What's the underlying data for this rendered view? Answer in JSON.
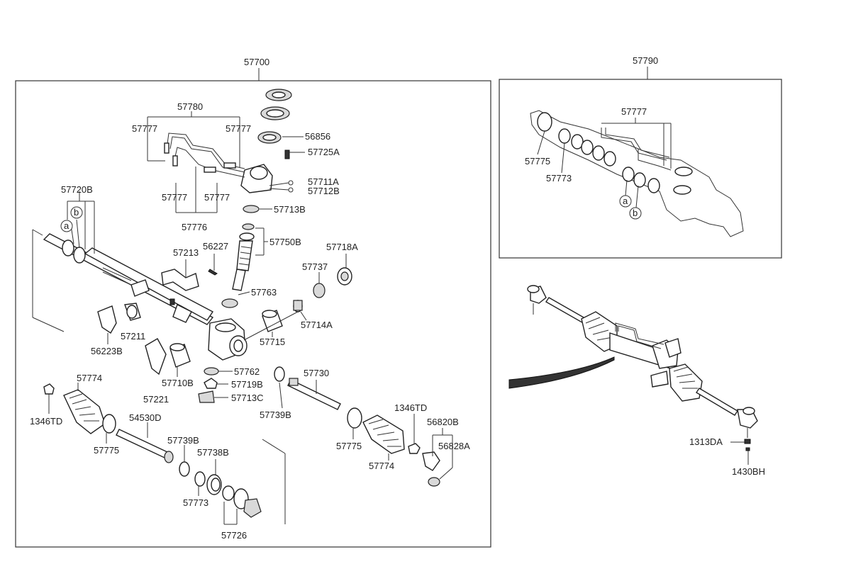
{
  "assemblies": {
    "main": "57700",
    "kit": "57790"
  },
  "main_labels": {
    "l57780": "57780",
    "l57777_a": "57777",
    "l57777_b": "57777",
    "l56856": "56856",
    "l57725A": "57725A",
    "l57711A": "57711A",
    "l57712B": "57712B",
    "l57777_c": "57777",
    "l57777_d": "57777",
    "l57713B": "57713B",
    "l57776": "57776",
    "l57720B": "57720B",
    "l57750B": "57750B",
    "l57213": "57213",
    "l56227": "56227",
    "l57718A": "57718A",
    "l57737": "57737",
    "l57763": "57763",
    "l57714A": "57714A",
    "l57211": "57211",
    "l57715": "57715",
    "l56223B": "56223B",
    "l57762": "57762",
    "l57710B": "57710B",
    "l57719B": "57719B",
    "l57221": "57221",
    "l57713C": "57713C",
    "l57774_a": "57774",
    "l57730": "57730",
    "l1346TD_a": "1346TD",
    "l57739B_a": "57739B",
    "l54530D": "54530D",
    "l1346TD_b": "1346TD",
    "l57775_a": "57775",
    "l56820B": "56820B",
    "l57739B_b": "57739B",
    "l57738B": "57738B",
    "l57775_b": "57775",
    "l56828A": "56828A",
    "l57774_b": "57774",
    "l57773": "57773",
    "l57726": "57726"
  },
  "kit_labels": {
    "l57777": "57777",
    "l57775": "57775",
    "l57773": "57773"
  },
  "assembly_labels": {
    "l1313DA": "1313DA",
    "l1430BH": "1430BH"
  },
  "callouts": {
    "a": "a",
    "b": "b"
  }
}
